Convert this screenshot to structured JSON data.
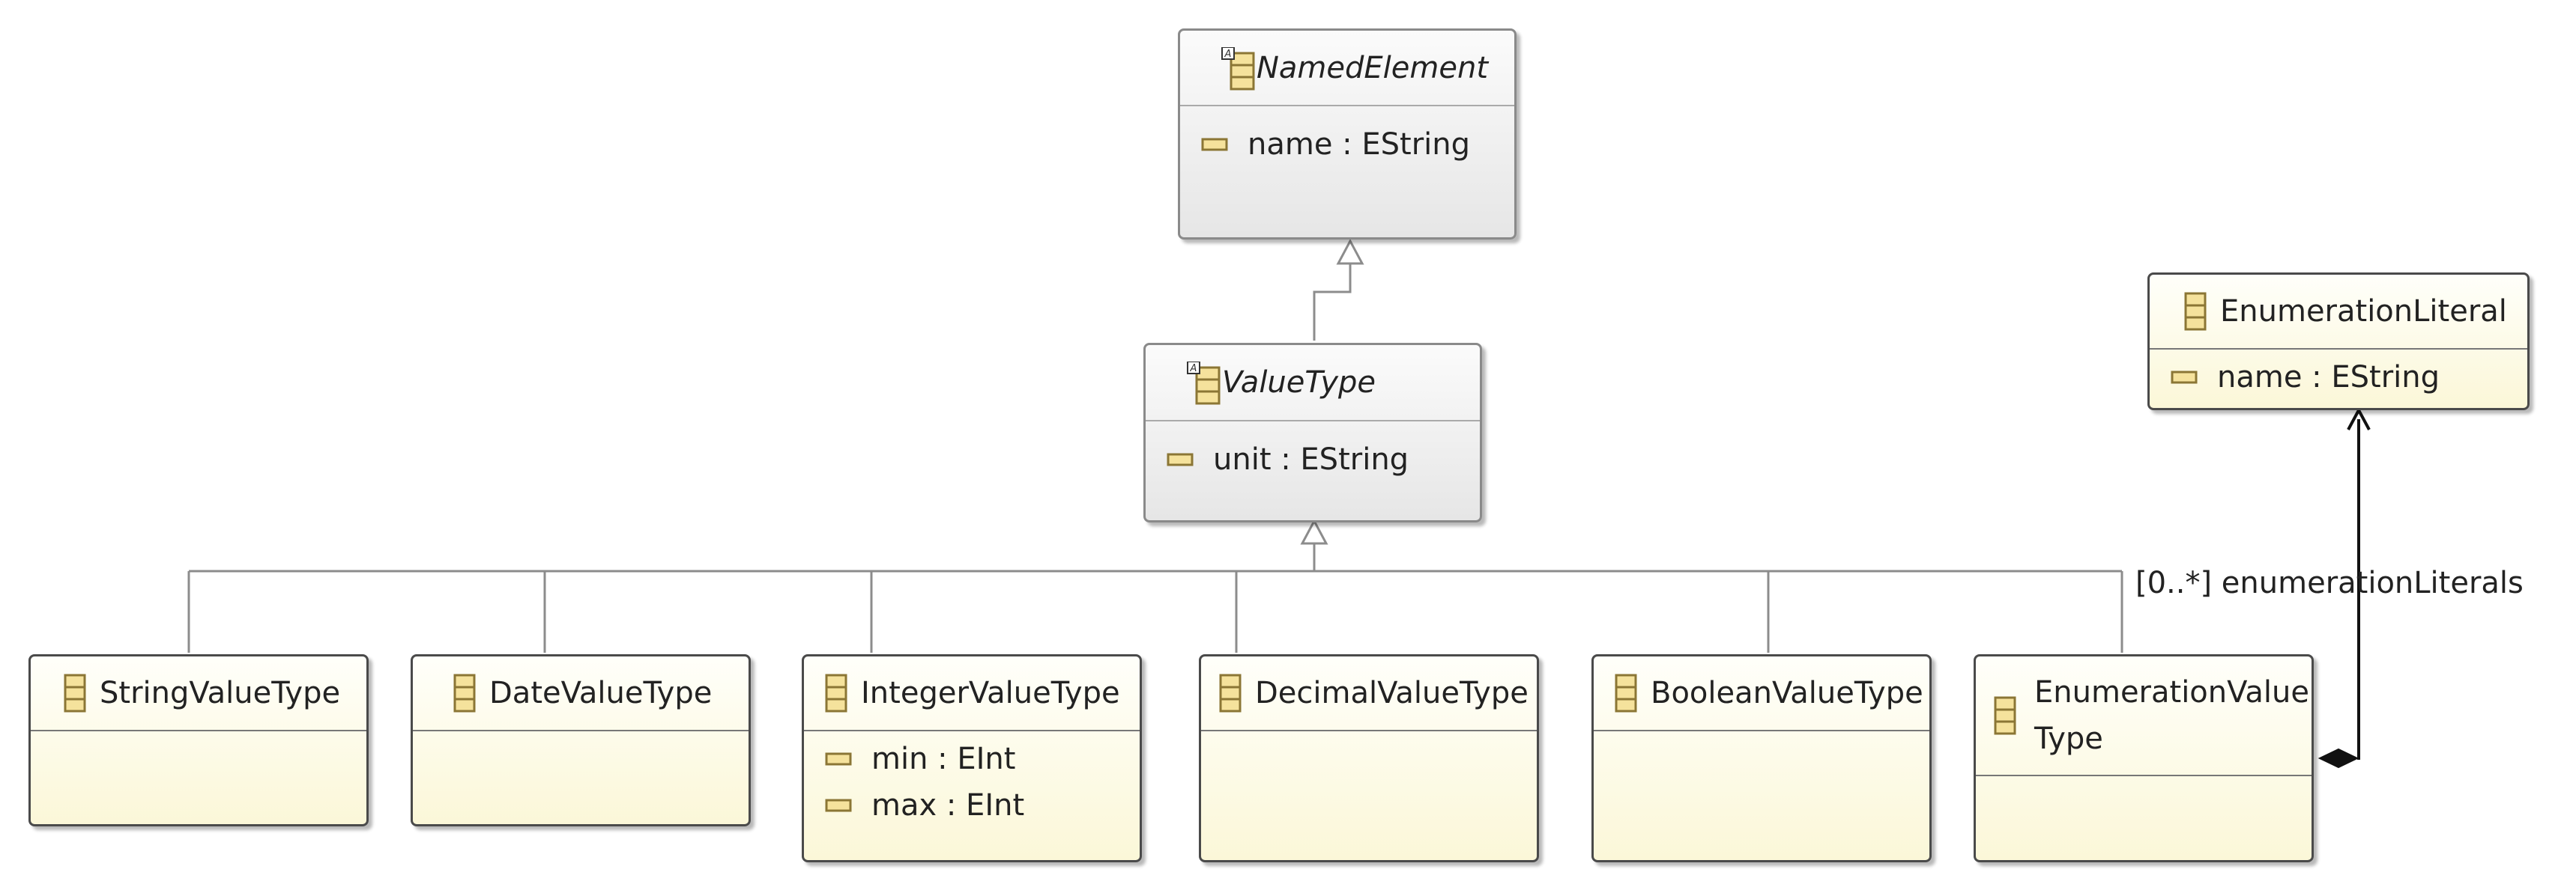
{
  "classes": {
    "named_element": {
      "name": "NamedElement",
      "attributes": [
        "name : EString"
      ]
    },
    "value_type": {
      "name": "ValueType",
      "attributes": [
        "unit : EString"
      ]
    },
    "enumeration_literal": {
      "name": "EnumerationLiteral",
      "attributes": [
        "name : EString"
      ]
    },
    "string_value_type": {
      "name": "StringValueType"
    },
    "date_value_type": {
      "name": "DateValueType"
    },
    "integer_value_type": {
      "name": "IntegerValueType",
      "attributes": [
        "min : EInt",
        "max : EInt"
      ]
    },
    "decimal_value_type": {
      "name": "DecimalValueType"
    },
    "boolean_value_type": {
      "name": "BooleanValueType"
    },
    "enumeration_value_type": {
      "name_line1": "EnumerationValue",
      "name_line2": "Type"
    }
  },
  "references": {
    "enumeration_literals_label": "[0..*] enumerationLiterals"
  },
  "colors": {
    "abstract_fill": "#ececec",
    "concrete_fill": "#fcf9de",
    "icon_stroke": "#8b7635",
    "icon_fill": "#f5e29c",
    "line": "#8c8c8c"
  }
}
